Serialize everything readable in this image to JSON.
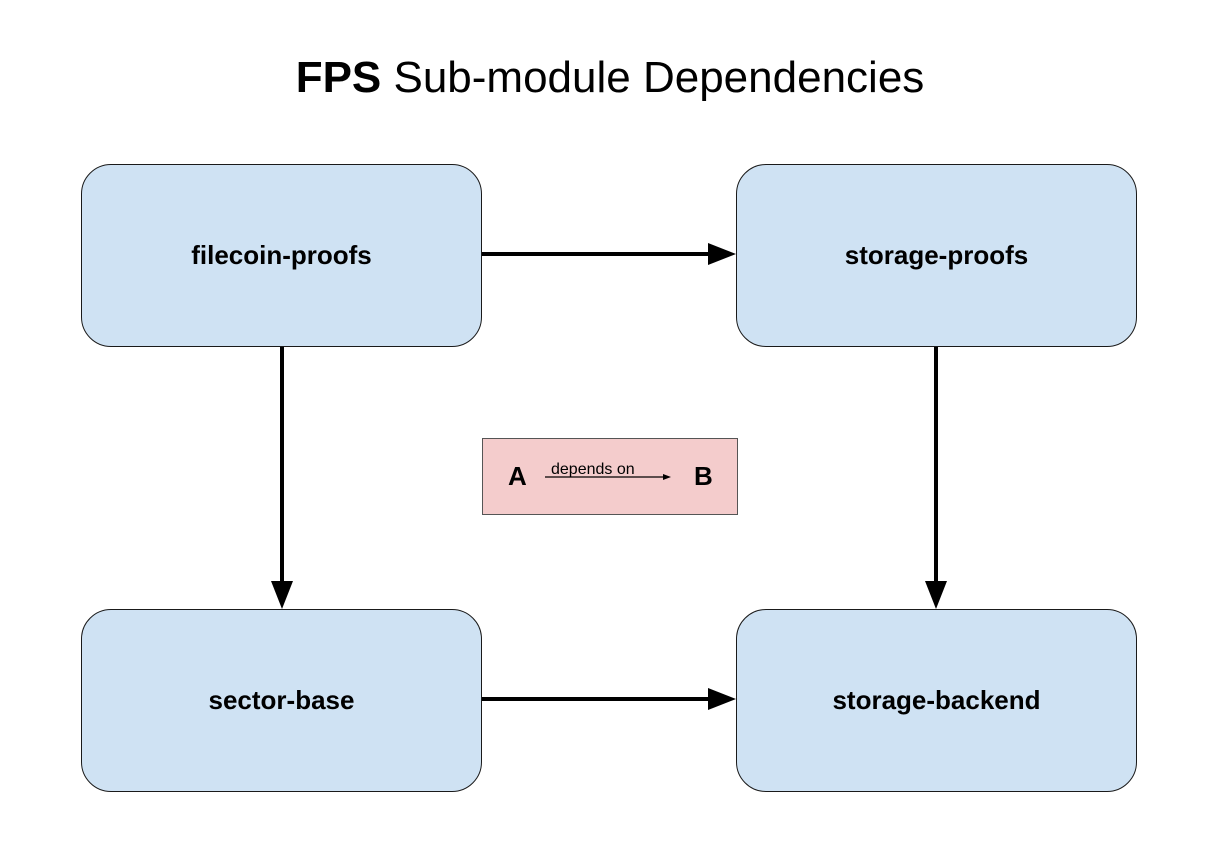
{
  "title": {
    "bold": "FPS",
    "rest": " Sub-module Dependencies"
  },
  "nodes": [
    {
      "id": "filecoin-proofs",
      "label": "filecoin-proofs"
    },
    {
      "id": "storage-proofs",
      "label": "storage-proofs"
    },
    {
      "id": "sector-base",
      "label": "sector-base"
    },
    {
      "id": "storage-backend",
      "label": "storage-backend"
    }
  ],
  "edges": [
    {
      "from": "filecoin-proofs",
      "to": "storage-proofs"
    },
    {
      "from": "filecoin-proofs",
      "to": "sector-base"
    },
    {
      "from": "storage-proofs",
      "to": "storage-backend"
    },
    {
      "from": "sector-base",
      "to": "storage-backend"
    }
  ],
  "legend": {
    "a": "A",
    "label": "depends on",
    "b": "B"
  },
  "colors": {
    "node_fill": "#cfe2f3",
    "legend_fill": "#f4cccc",
    "edge": "#000000"
  }
}
